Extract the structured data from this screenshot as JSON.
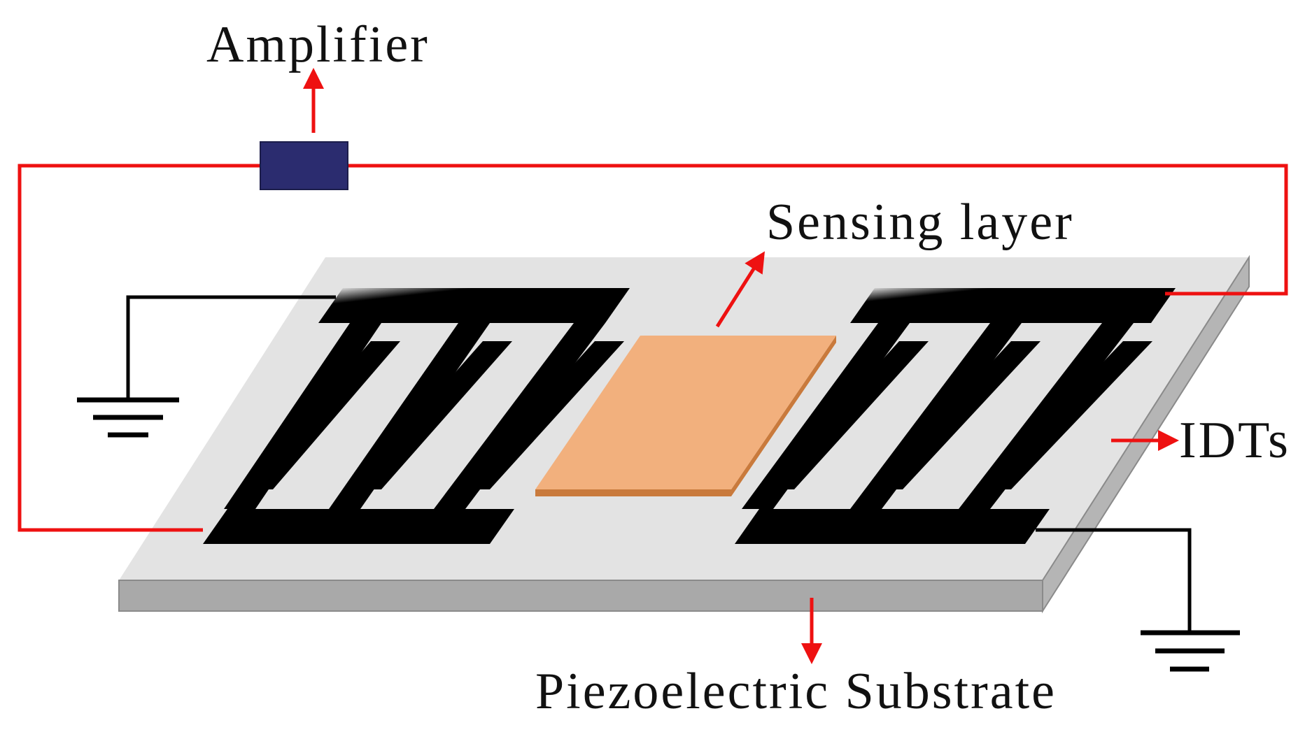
{
  "labels": {
    "amplifier": "Amplifier",
    "sensing_layer": "Sensing layer",
    "idts": "IDTs",
    "substrate": "Piezoelectric Substrate"
  },
  "colors": {
    "wire_red": "#ee1111",
    "wire_black": "#000000",
    "amplifier_block": "#2b2c6f",
    "substrate_top": "#e3e3e3",
    "substrate_side": "#a9a9a9",
    "sensing_layer": "#f2b07d",
    "sensing_layer_edge": "#c97a3c",
    "electrode": "#000000"
  },
  "icons": [
    "ground-symbol-left",
    "ground-symbol-right",
    "amplifier-block",
    "arrow"
  ]
}
